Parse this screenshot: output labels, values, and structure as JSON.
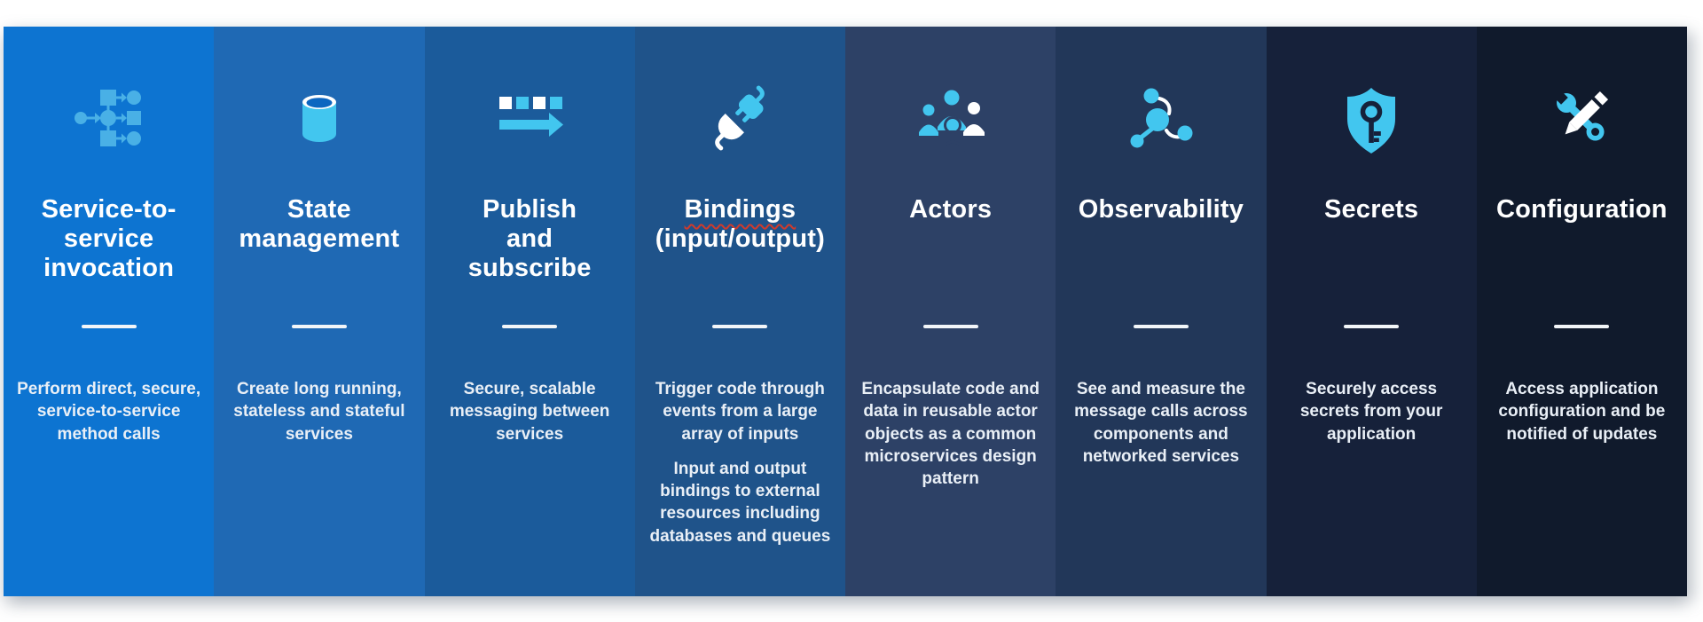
{
  "colors": {
    "icon_cyan": "#42c6ef",
    "icon_blue": "#49b0e6",
    "cylinder_inner": "#0c66c0",
    "divider": "#f2f5f8",
    "description": "#e9eff6",
    "squiggle": "#d03a2b",
    "title": "#ffffff"
  },
  "columns": [
    {
      "id": "service-to-service-invocation",
      "icon": "flowchart-icon",
      "background": "#0d74d1",
      "title": "Service-to-service invocation",
      "title_lines": [
        "Service-to-",
        "service",
        "invocation"
      ],
      "description_paragraphs": [
        "Perform direct, secure, service-to-service method calls"
      ]
    },
    {
      "id": "state-management",
      "icon": "database-cylinder-icon",
      "background": "#1f69b4",
      "title": "State management",
      "title_lines": [
        "State",
        "management"
      ],
      "description_paragraphs": [
        "Create long running, stateless and stateful services"
      ]
    },
    {
      "id": "publish-and-subscribe",
      "icon": "message-queue-arrow-icon",
      "background": "#1b5b9b",
      "title": "Publish and subscribe",
      "title_lines": [
        "Publish",
        "and",
        "subscribe"
      ],
      "description_paragraphs": [
        "Secure, scalable messaging between services"
      ]
    },
    {
      "id": "bindings",
      "icon": "plug-icon",
      "background": "#1f538a",
      "title": "Bindings (input/output)",
      "title_lines": [
        "Bindings",
        "(input/output)"
      ],
      "description_paragraphs": [
        "Trigger code through events from a large array of inputs",
        "Input and output bindings to external resources including databases and queues"
      ]
    },
    {
      "id": "actors",
      "icon": "people-group-icon",
      "background": "#2d4166",
      "title": "Actors",
      "title_lines": [
        "Actors"
      ],
      "description_paragraphs": [
        "Encapsulate code and data in reusable actor objects as a common microservices design pattern"
      ]
    },
    {
      "id": "observability",
      "icon": "network-nodes-icon",
      "background": "#223759",
      "title": "Observability",
      "title_lines": [
        "Observability"
      ],
      "description_paragraphs": [
        "See and measure the message calls across components and networked services"
      ]
    },
    {
      "id": "secrets",
      "icon": "shield-key-icon",
      "background": "#16213a",
      "title": "Secrets",
      "title_lines": [
        "Secrets"
      ],
      "description_paragraphs": [
        "Securely access secrets from your application"
      ]
    },
    {
      "id": "configuration",
      "icon": "wrench-pencil-icon",
      "background": "#101a2c",
      "title": "Configuration",
      "title_lines": [
        "Configuration"
      ],
      "description_paragraphs": [
        "Access application configuration and be notified of updates"
      ]
    }
  ]
}
